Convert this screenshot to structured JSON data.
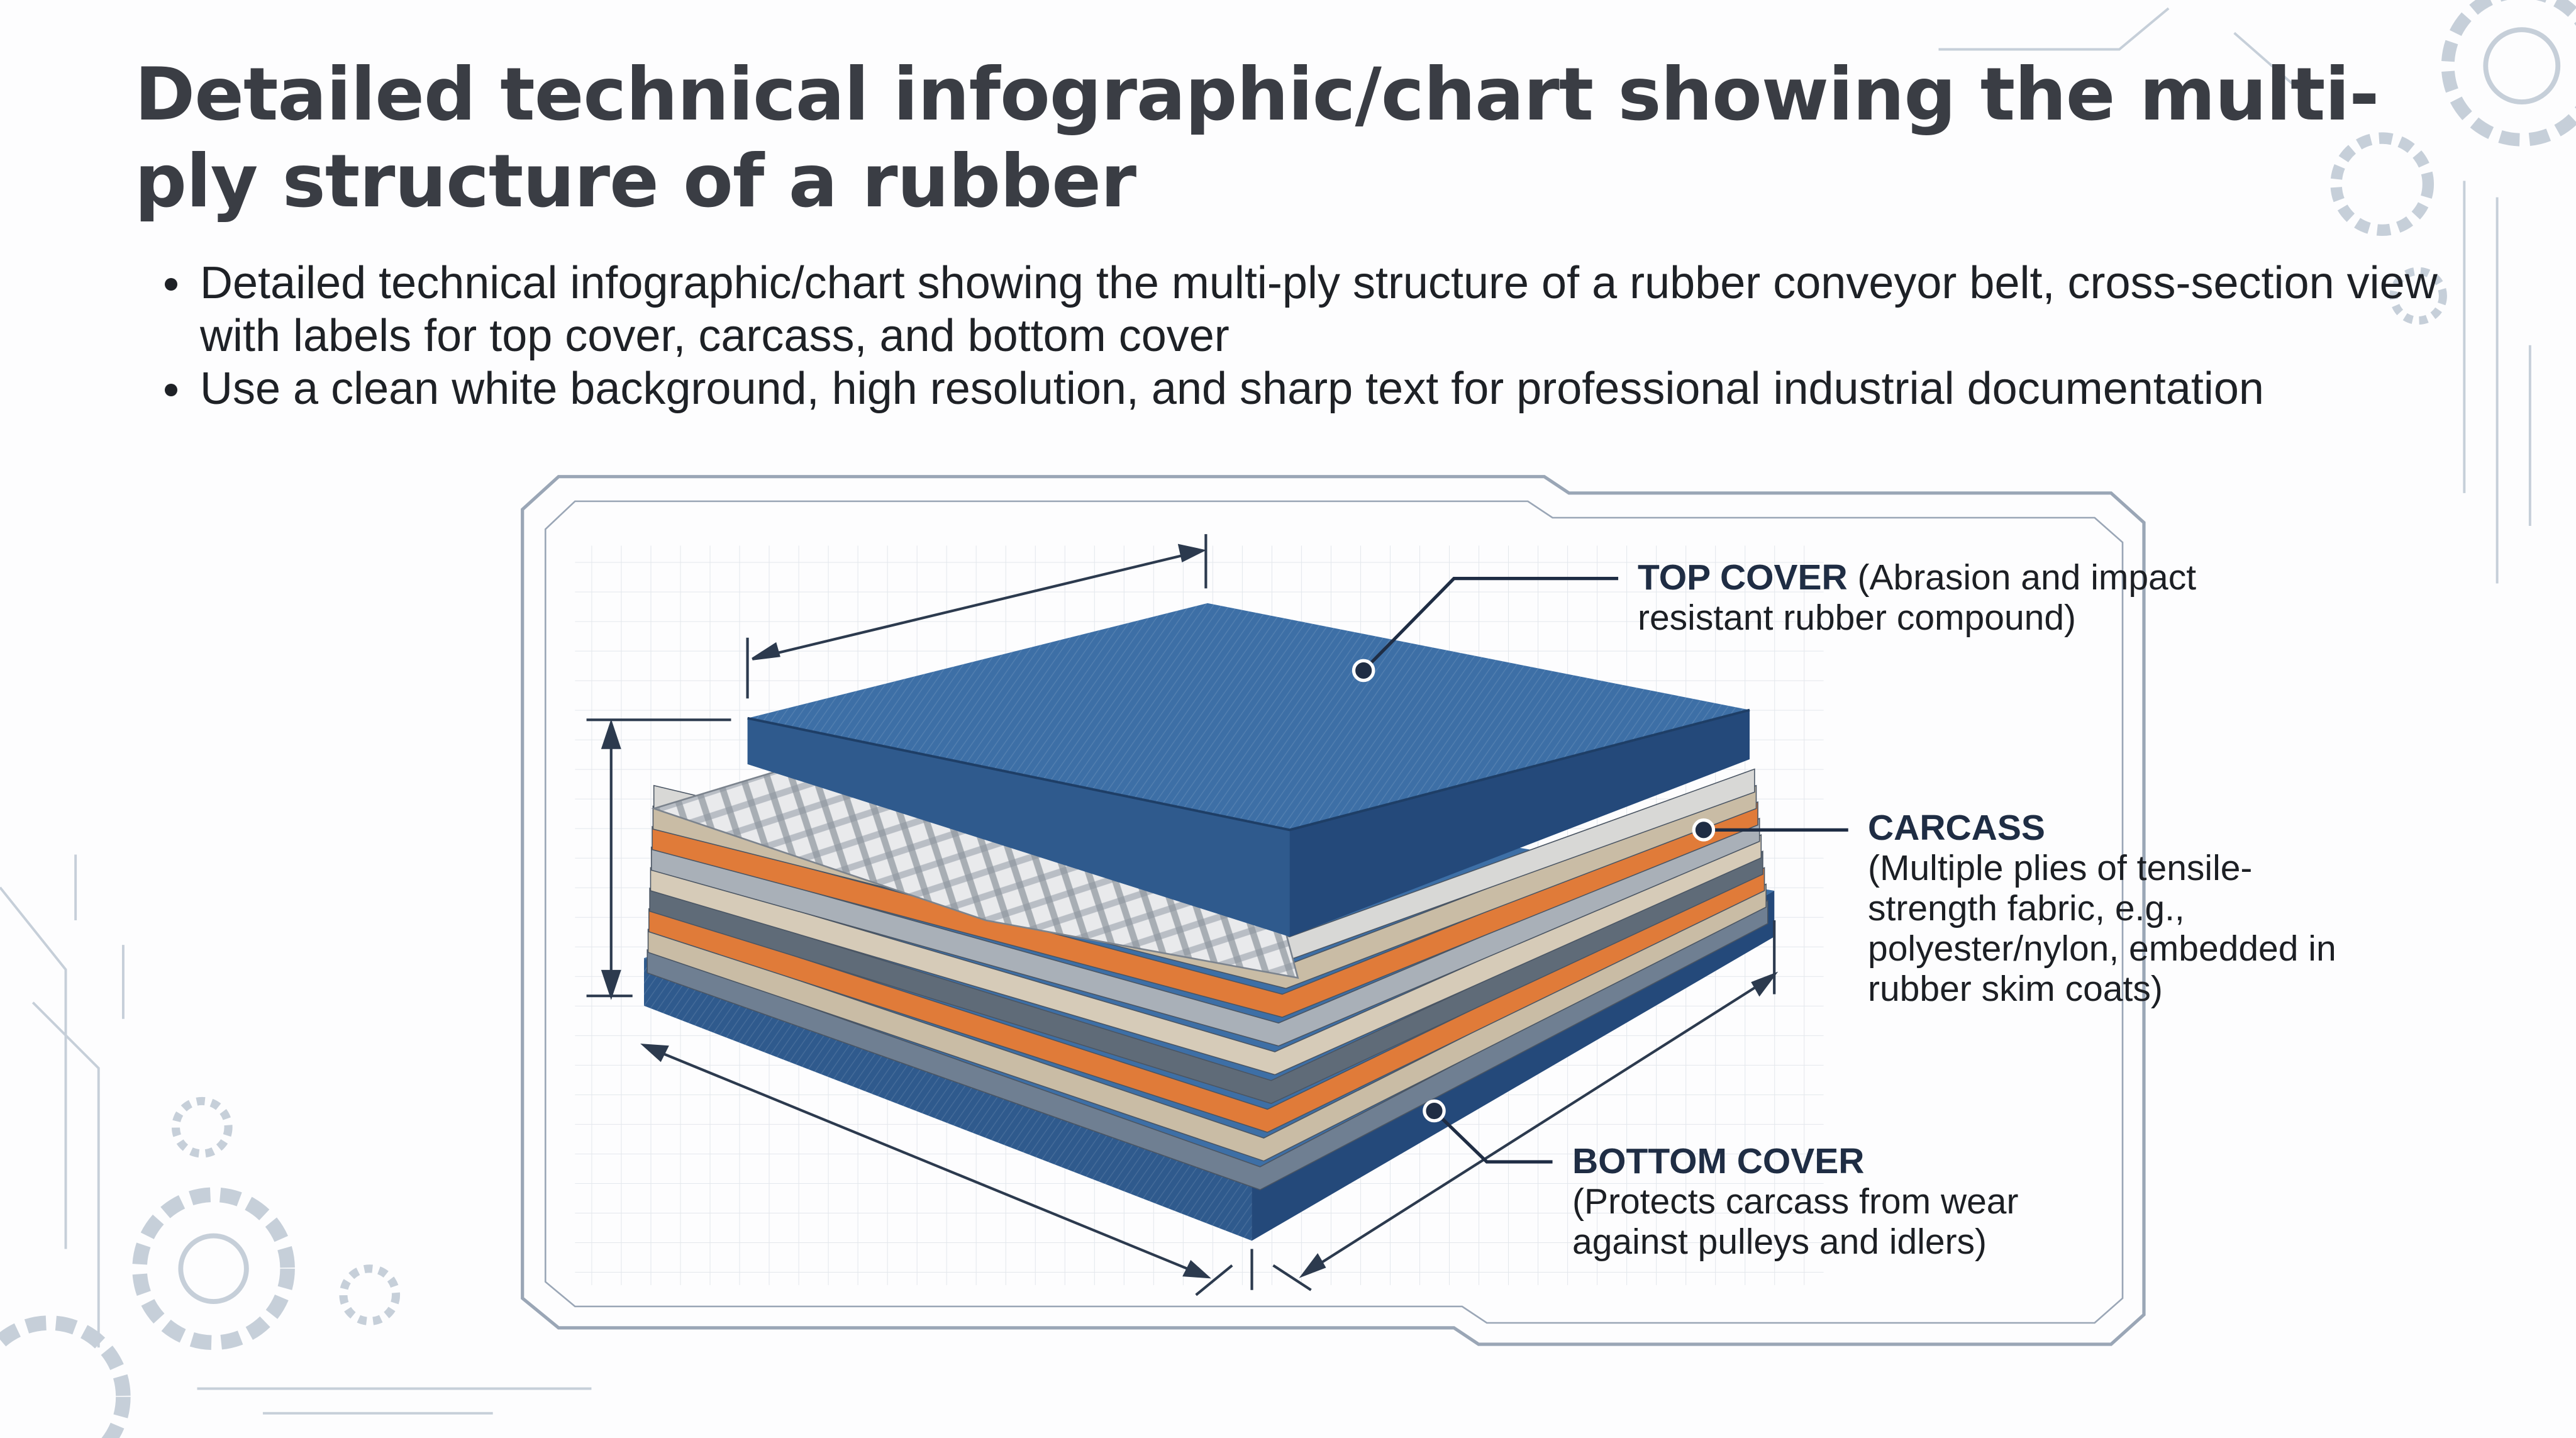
{
  "title": "Detailed technical infographic/chart showing the multi-ply structure of a rubber",
  "bullets": [
    "Detailed technical infographic/chart showing the multi-ply structure of a rubber conveyor belt, cross-section view with labels for top cover, carcass, and bottom cover",
    "Use a clean white background, high resolution, and sharp text for professional industrial documentation"
  ],
  "labels": {
    "top_cover": {
      "heading": "TOP COVER",
      "desc": " (Abrasion and impact resistant rubber compound)"
    },
    "carcass": {
      "heading": "CARCASS",
      "desc": "(Multiple plies of tensile-strength fabric, e.g., polyester/nylon, embedded in rubber skim coats)"
    },
    "bottom_cover": {
      "heading": "BOTTOM COVER",
      "desc": "(Protects carcass from wear against pulleys and idlers)"
    }
  },
  "colors": {
    "cover_blue": "#3d6fa6",
    "cover_dark": "#2a4f7e",
    "orange": "#e07b39",
    "frame": "#9aa6b6"
  },
  "carcass_layers": [
    "#d8d8d6",
    "#c9bca5",
    "#e07b39",
    "#a9b0b8",
    "#d6cbb8",
    "#5f6b78",
    "#e07b39",
    "#c9bca5",
    "#6f7f92"
  ]
}
